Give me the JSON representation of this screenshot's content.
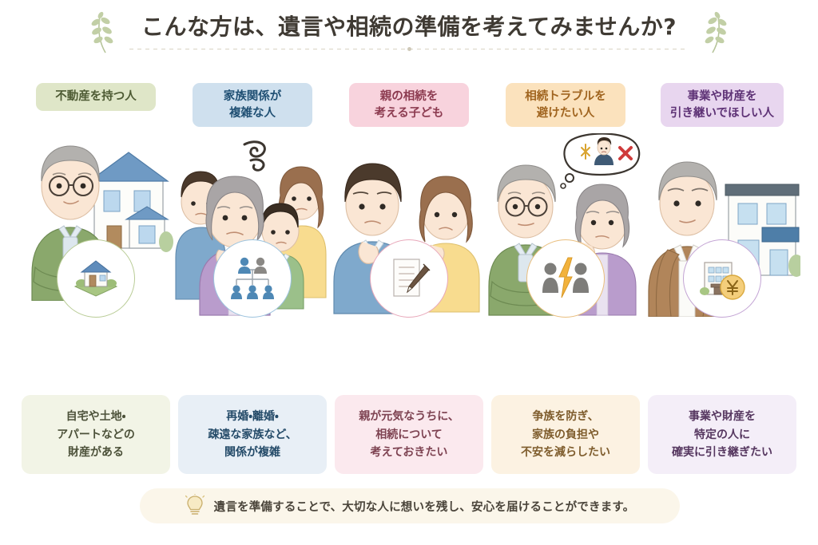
{
  "title": "こんな方は、遺言や相続の準備を考えてみませんか?",
  "decor": {
    "left_sprig": "leaf-sprig-icon",
    "right_sprig": "leaf-sprig-icon"
  },
  "columns": [
    {
      "badge": "不動産を持つ人",
      "badge_bg": "#dfe6c8",
      "badge_color": "#4d5a33",
      "icon": "house-icon",
      "icon_ring": "#b9cc96",
      "caption": "自宅や土地・\nアパートなどの\n財産がある",
      "caption_bg": "#f2f4e6",
      "caption_color": "#4c5139",
      "illustration": "elderly-man-with-house"
    },
    {
      "badge": "家族関係が\n複雑な人",
      "badge_bg": "#cfe0ee",
      "badge_color": "#1f4f73",
      "icon": "family-tree-icon",
      "icon_ring": "#9cc3de",
      "caption": "再婚・離婚・\n疎遠な家族など、\n関係が複雑",
      "caption_bg": "#e8eff6",
      "caption_color": "#234a68",
      "illustration": "worried-family-group"
    },
    {
      "badge": "親の相続を\n考える子ども",
      "badge_bg": "#f8d3dd",
      "badge_color": "#8c3b50",
      "icon": "document-pen-icon",
      "icon_ring": "#e8a8ba",
      "caption": "親が元気なうちに、\n相続について\n考えておきたい",
      "caption_bg": "#fbe9ee",
      "caption_color": "#7d4251",
      "illustration": "middle-aged-couple-thinking"
    },
    {
      "badge": "相続トラブルを\n避けたい人",
      "badge_bg": "#fbe2bd",
      "badge_color": "#a0641f",
      "icon": "conflict-people-icon",
      "icon_ring": "#e9be7d",
      "caption": "争族を防ぎ、\n家族の負担や\n不安を減らしたい",
      "caption_bg": "#fcf2e2",
      "caption_color": "#7e5c2c",
      "illustration": "elderly-couple-with-thought-bubble"
    },
    {
      "badge": "事業や財産を\n引き継いでほしい人",
      "badge_bg": "#e8d6ef",
      "badge_color": "#5d3175",
      "icon": "building-yen-icon",
      "icon_ring": "#c3a4d4",
      "caption": "事業や財産を\n特定の人に\n確実に引き継ぎたい",
      "caption_bg": "#f4eef8",
      "caption_color": "#55365f",
      "illustration": "elderly-man-with-office-building"
    }
  ],
  "footer": {
    "icon": "lightbulb-icon",
    "text": "遺言を準備することで、大切な人に想いを残し、安心を届けることができます。"
  }
}
